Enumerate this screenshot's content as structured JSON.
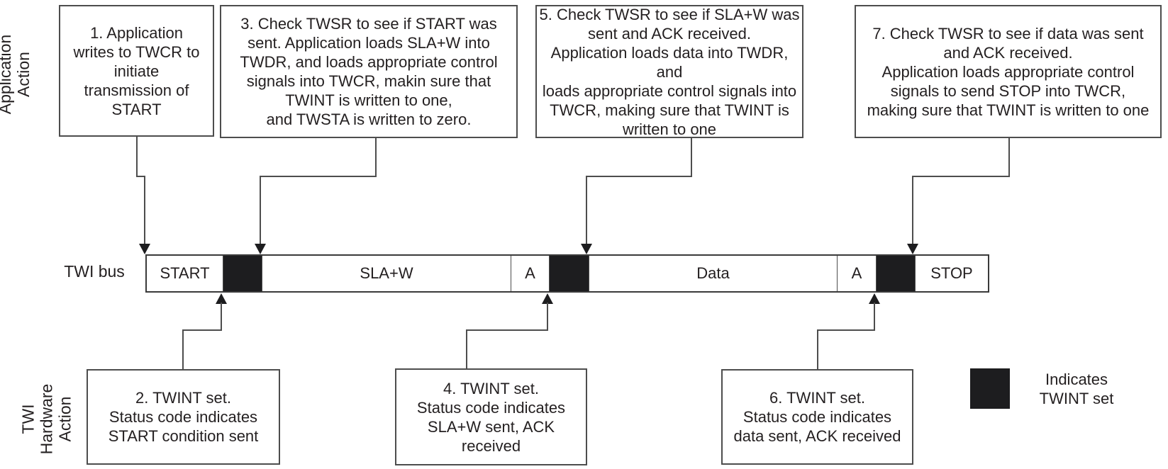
{
  "labels": {
    "application_action": "Application\nAction",
    "hardware_action": "TWI\nHardware\nAction",
    "bus_label": "TWI bus"
  },
  "application_boxes": [
    {
      "step": "1",
      "text": "1. Application\nwrites to TWCR to\ninitiate\ntransmission of\nSTART"
    },
    {
      "step": "3",
      "text": "3. Check TWSR to see if START was\nsent. Application loads SLA+W into\nTWDR, and loads appropriate control\nsignals into TWCR, makin sure that\nTWINT is written to one,\nand TWSTA is written to zero."
    },
    {
      "step": "5",
      "text": "5. Check TWSR to see if SLA+W was\nsent and ACK received.\nApplication loads data into TWDR, and\nloads appropriate control signals into\nTWCR, making sure that TWINT is\nwritten to one"
    },
    {
      "step": "7",
      "text": "7. Check TWSR to see if data was sent\nand ACK received.\nApplication loads appropriate control\nsignals to send STOP into TWCR,\nmaking sure that TWINT is written to one"
    }
  ],
  "hardware_boxes": [
    {
      "step": "2",
      "text": "2. TWINT set.\nStatus code indicates\nSTART condition sent"
    },
    {
      "step": "4",
      "text": "4. TWINT set.\nStatus code indicates\nSLA+W sent, ACK\nreceived"
    },
    {
      "step": "6",
      "text": "6. TWINT set.\nStatus code indicates\ndata sent, ACK received"
    }
  ],
  "bus_segments": [
    {
      "label": "START",
      "twint": false
    },
    {
      "label": "",
      "twint": true
    },
    {
      "label": "SLA+W",
      "twint": false
    },
    {
      "label": "A",
      "twint": false
    },
    {
      "label": "",
      "twint": true
    },
    {
      "label": "Data",
      "twint": false
    },
    {
      "label": "A",
      "twint": false
    },
    {
      "label": "",
      "twint": true
    },
    {
      "label": "STOP",
      "twint": false
    }
  ],
  "legend": {
    "swatch": "twint-set-marker",
    "label": "Indicates\nTWINT set"
  },
  "colors": {
    "twint_fill": "#1d1d1f",
    "line": "#4d4d4d",
    "text": "#231f20",
    "background": "#ffffff"
  }
}
